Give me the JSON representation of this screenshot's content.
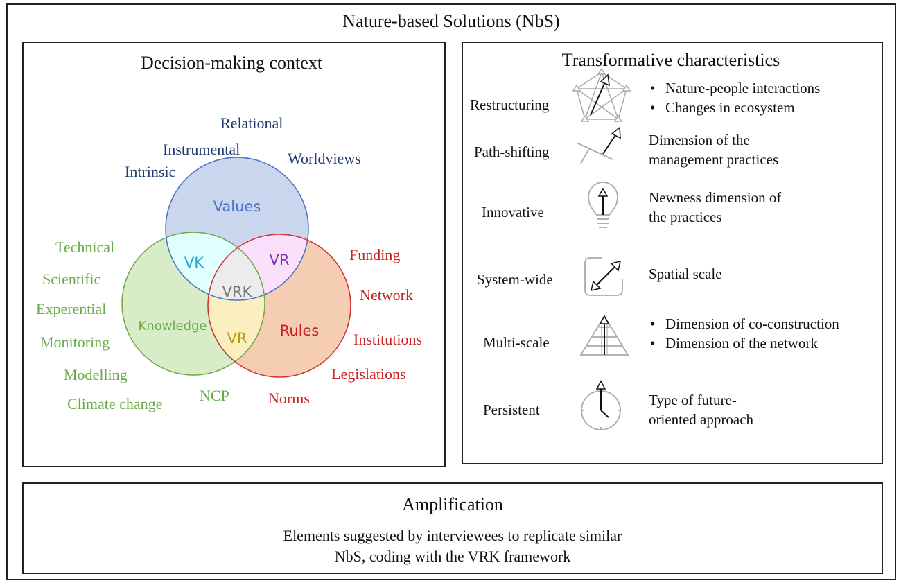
{
  "title": "Nature-based Solutions (NbS)",
  "decision_context": {
    "title": "Decision-making context",
    "values_terms": [
      "Relational",
      "Instrumental",
      "Intrinsic",
      "Worldviews"
    ],
    "knowledge_terms": [
      "Technical",
      "Scientific",
      "Experential",
      "Monitoring",
      "Modelling",
      "Climate change",
      "NCP"
    ],
    "rules_terms": [
      "Funding",
      "Network",
      "Institutions",
      "Legislations",
      "Norms"
    ],
    "venn": {
      "values": "Values",
      "knowledge": "Knowledge",
      "rules": "Rules",
      "vk": "VK",
      "vr_top": "VR",
      "vr_bottom": "VR",
      "vrk": "VRK",
      "colors": {
        "values": "#c9d6ee",
        "knowledge": "#d9ecc8",
        "rules": "#f4cdb3",
        "vk": "#e0ffff",
        "vr": "#fbe0fb",
        "vrk": "#ececec"
      }
    }
  },
  "transformative": {
    "title": "Transformative characteristics",
    "items": [
      {
        "label": "Restructuring",
        "icon": "network-arrow-icon",
        "bullets": [
          "Nature-people interactions",
          "Changes in ecosystem"
        ]
      },
      {
        "label": "Path-shifting",
        "icon": "path-shift-arrow-icon",
        "lines": [
          "Dimension of the",
          "management practices"
        ]
      },
      {
        "label": "Innovative",
        "icon": "lightbulb-arrow-icon",
        "lines": [
          "Newness dimension of",
          "the practices"
        ]
      },
      {
        "label": "System-wide",
        "icon": "expand-arrows-icon",
        "lines": [
          "Spatial scale"
        ]
      },
      {
        "label": "Multi-scale",
        "icon": "pyramid-arrow-icon",
        "bullets": [
          "Dimension of co-construction",
          "Dimension of the network"
        ]
      },
      {
        "label": "Persistent",
        "icon": "clock-arrow-icon",
        "lines": [
          "Type of future-",
          "oriented approach"
        ]
      }
    ]
  },
  "amplification": {
    "title": "Amplification",
    "line1": "Elements suggested by interviewees to replicate similar",
    "line2": "NbS, coding with the VRK framework"
  }
}
